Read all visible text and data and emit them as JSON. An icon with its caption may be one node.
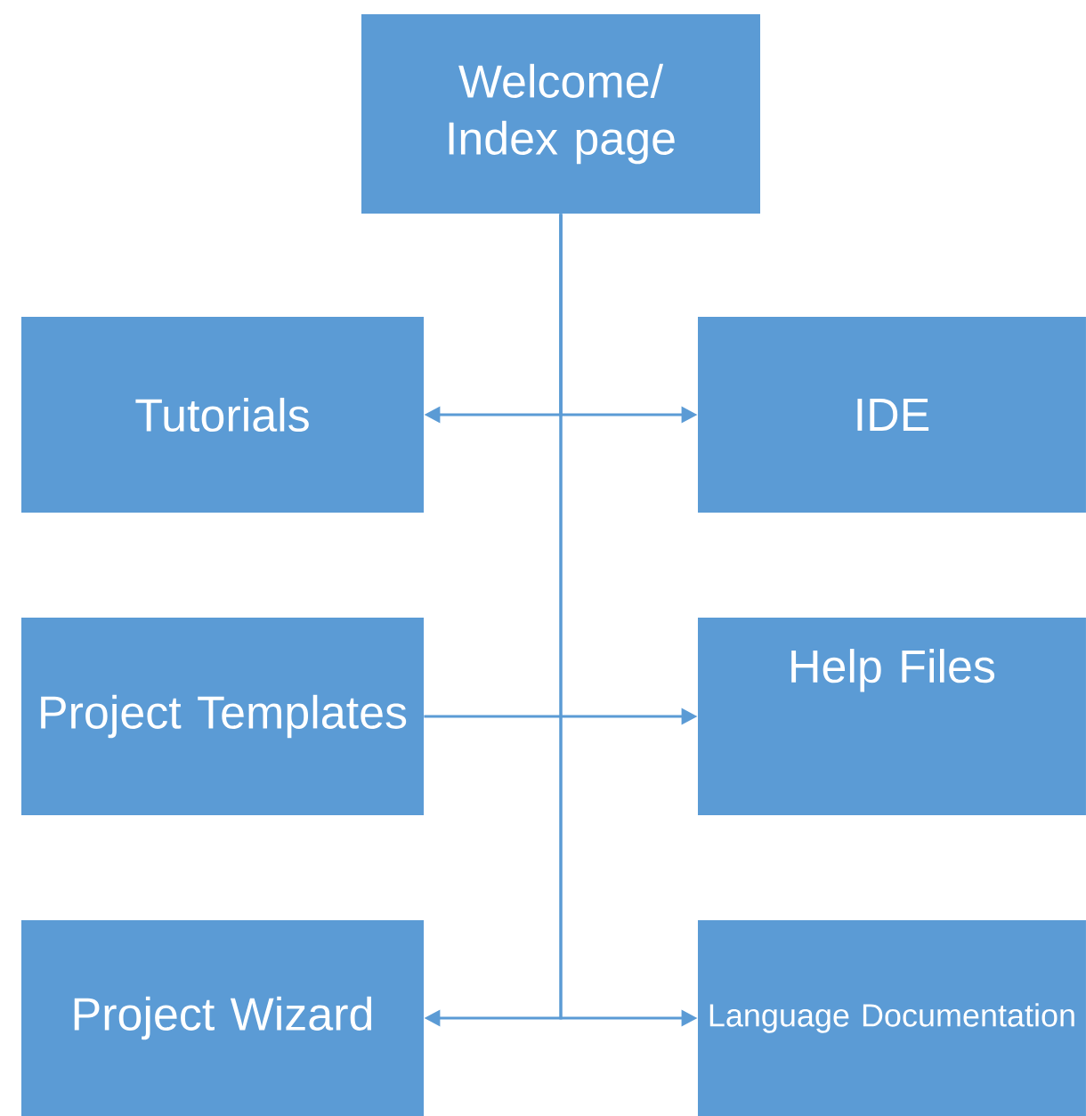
{
  "diagram": {
    "nodes": [
      {
        "text": [
          "Welcome/ Index page"
        ]
      },
      {
        "text": [
          "Tutorials"
        ]
      },
      {
        "text": [
          "IDE"
        ]
      },
      {
        "text": [
          "Project Templates"
        ]
      },
      {
        "text": [
          "Help Files"
        ]
      },
      {
        "text": [
          "Project Wizard"
        ]
      },
      {
        "text": [
          "Language Documentation"
        ]
      }
    ],
    "edges": [
      {
        "from": 0,
        "to": 1,
        "arrow": "to"
      },
      {
        "from": 0,
        "to": 2,
        "arrow": "to"
      },
      {
        "from": 3,
        "to": 4,
        "arrow": "to"
      },
      {
        "from": 0,
        "to": 5,
        "arrow": "to"
      },
      {
        "from": 0,
        "to": 6,
        "arrow": "to"
      }
    ]
  }
}
